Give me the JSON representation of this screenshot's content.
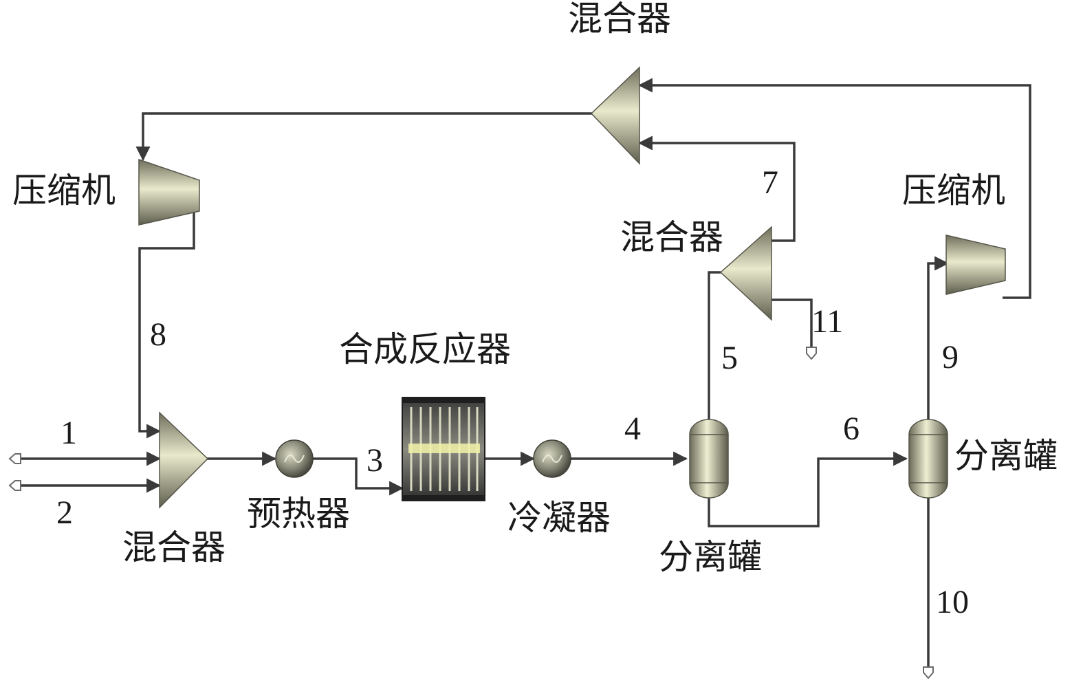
{
  "equipment_labels": {
    "mixer_top": "混合器",
    "compressor_left": "压缩机",
    "mixer_mid": "混合器",
    "compressor_right": "压缩机",
    "reactor": "合成反应器",
    "preheater": "预热器",
    "mixer_bottom": "混合器",
    "condenser": "冷凝器",
    "separator_1": "分离罐",
    "separator_2": "分离罐"
  },
  "stream_numbers": {
    "s1": "1",
    "s2": "2",
    "s3": "3",
    "s4": "4",
    "s5": "5",
    "s6": "6",
    "s7": "7",
    "s8": "8",
    "s9": "9",
    "s10": "10",
    "s11": "11"
  },
  "colors": {
    "pipe": "#3a3a3a",
    "equipment_light": "#e6e6c6",
    "equipment_dark": "#6f6f5c",
    "reactor_dark": "#2f2f2f"
  }
}
